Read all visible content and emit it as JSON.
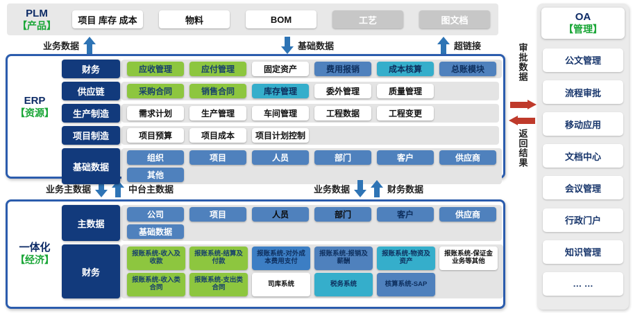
{
  "colors": {
    "navy": "#0d2b66",
    "green": "#1aa637",
    "navy_box": "#123a7c",
    "green_box": "#8dc63f",
    "steel_box": "#4f81bd",
    "cyan_box": "#35aecb",
    "blue_box": "#3c7ec4",
    "gray_box": "#c7c7c7",
    "border": "#2b5cad",
    "red": "#bf3a2b",
    "bluearrow": "#2e74b5"
  },
  "plm": {
    "title": "PLM",
    "subtitle": "【产品】",
    "items": [
      {
        "label": "项目 库存 成本",
        "style": "white"
      },
      {
        "label": "物料",
        "style": "white"
      },
      {
        "label": "BOM",
        "style": "white"
      },
      {
        "label": "工艺",
        "style": "gray"
      },
      {
        "label": "图文档",
        "style": "gray"
      }
    ]
  },
  "top_arrows": [
    {
      "label": "业务数据",
      "dir": "up"
    },
    {
      "label": "基础数据",
      "dir": "down"
    },
    {
      "label": "超链接",
      "dir": "up"
    }
  ],
  "erp": {
    "title": "ERP",
    "subtitle": "【资源】",
    "rows": [
      {
        "header": "财务",
        "lines": [
          [
            {
              "label": "应收管理",
              "style": "green"
            },
            {
              "label": "应付管理",
              "style": "green"
            },
            {
              "label": "固定资产",
              "style": "white"
            },
            {
              "label": "费用报销",
              "style": "steel"
            },
            {
              "label": "成本核算",
              "style": "cyan"
            },
            {
              "label": "总账模块",
              "style": "steel"
            }
          ]
        ]
      },
      {
        "header": "供应链",
        "lines": [
          [
            {
              "label": "采购合同",
              "style": "green"
            },
            {
              "label": "销售合同",
              "style": "green"
            },
            {
              "label": "库存管理",
              "style": "cyan"
            },
            {
              "label": "委外管理",
              "style": "white"
            },
            {
              "label": "质量管理",
              "style": "white"
            }
          ]
        ]
      },
      {
        "header": "生产制造",
        "lines": [
          [
            {
              "label": "需求计划",
              "style": "white"
            },
            {
              "label": "生产管理",
              "style": "white"
            },
            {
              "label": "车间管理",
              "style": "white"
            },
            {
              "label": "工程数据",
              "style": "white"
            },
            {
              "label": "工程变更",
              "style": "white"
            }
          ]
        ]
      },
      {
        "header": "项目制造",
        "lines": [
          [
            {
              "label": "项目预算",
              "style": "white"
            },
            {
              "label": "项目成本",
              "style": "white"
            },
            {
              "label": "项目计划控制",
              "style": "white"
            }
          ]
        ]
      },
      {
        "header": "基础数据",
        "lines": [
          [
            {
              "label": "组织",
              "style": "steelw"
            },
            {
              "label": "项目",
              "style": "steelw"
            },
            {
              "label": "人员",
              "style": "steelw"
            },
            {
              "label": "部门",
              "style": "steelw"
            },
            {
              "label": "客户",
              "style": "steelw"
            },
            {
              "label": "供应商",
              "style": "steelw"
            }
          ],
          [
            {
              "label": "其他",
              "style": "steelw"
            }
          ]
        ]
      }
    ]
  },
  "mid_arrows": [
    {
      "label": "业务主数据",
      "dir": "down"
    },
    {
      "label": "中台主数据",
      "dir": "up"
    },
    {
      "label": "业务数据",
      "dir": "down"
    },
    {
      "label": "财务数据",
      "dir": "up"
    }
  ],
  "integrated": {
    "title": "一体化",
    "subtitle": "【经济】",
    "rows": [
      {
        "header": "主数据",
        "lines": [
          [
            {
              "label": "公司",
              "style": "steelw"
            },
            {
              "label": "项目",
              "style": "steelw"
            },
            {
              "label": "人员",
              "style": "steelb"
            },
            {
              "label": "部门",
              "style": "steelb"
            },
            {
              "label": "客户",
              "style": "steel"
            },
            {
              "label": "供应商",
              "style": "steelw"
            }
          ],
          [
            {
              "label": "基础数据",
              "style": "steelw"
            }
          ]
        ]
      },
      {
        "header": "财务",
        "small": true,
        "lines": [
          [
            {
              "label": "报账系统-收入及收款",
              "style": "green"
            },
            {
              "label": "报账系统-结算及付款",
              "style": "green"
            },
            {
              "label": "报账系统-对外成本费用支付",
              "style": "blue"
            },
            {
              "label": "报账系统-报销及薪酬",
              "style": "steel"
            },
            {
              "label": "报账系统-物资及资产",
              "style": "cyan"
            },
            {
              "label": "报账系统-保证金业务等其他",
              "style": "white"
            }
          ],
          [
            {
              "label": "报账系统-收入类合同",
              "style": "green"
            },
            {
              "label": "报账系统-支出类合同",
              "style": "green"
            },
            {
              "label": "司库系统",
              "style": "white"
            },
            {
              "label": "税务系统",
              "style": "cyan"
            },
            {
              "label": "核算系统-SAP",
              "style": "steel"
            }
          ]
        ]
      }
    ]
  },
  "bridge": {
    "top_label": "审批数据",
    "bottom_label": "返回结果"
  },
  "oa": {
    "title": "OA",
    "subtitle": "【管理】",
    "items": [
      "公文管理",
      "流程审批",
      "移动应用",
      "文档中心",
      "会议管理",
      "行政门户",
      "知识管理",
      "… …"
    ]
  }
}
